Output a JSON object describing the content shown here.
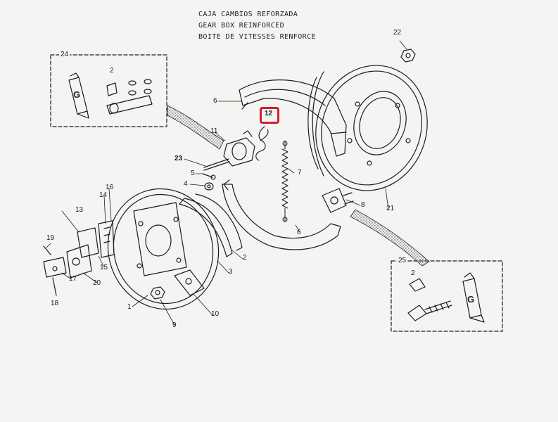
{
  "title": {
    "line1": "CAJA CAMBIOS REFORZADA",
    "line2": "GEAR BOX REINFORCED",
    "line3": "BOITE DE VITESSES RENFORCE"
  },
  "callouts": {
    "c1": "1",
    "c2a": "2",
    "c2b": "2",
    "c2c": "2",
    "c3": "3",
    "c4": "4",
    "c5": "5",
    "c6a": "6",
    "c6b": "6",
    "c7": "7",
    "c8": "8",
    "c9": "9",
    "c10": "10",
    "c11": "11",
    "c12": "12",
    "c13": "13",
    "c14": "14",
    "c15": "15",
    "c16": "16",
    "c17": "17",
    "c18": "18",
    "c19": "19",
    "c20": "20",
    "c21": "21",
    "c22": "22",
    "c23": "23"
  },
  "kits": {
    "kit24": {
      "label": "24",
      "tube_letter": "G",
      "item": "2"
    },
    "kit25": {
      "label": "25",
      "tube_letter": "G",
      "item": "2"
    }
  },
  "highlight": {
    "part": "12",
    "color": "#d11f2a"
  }
}
